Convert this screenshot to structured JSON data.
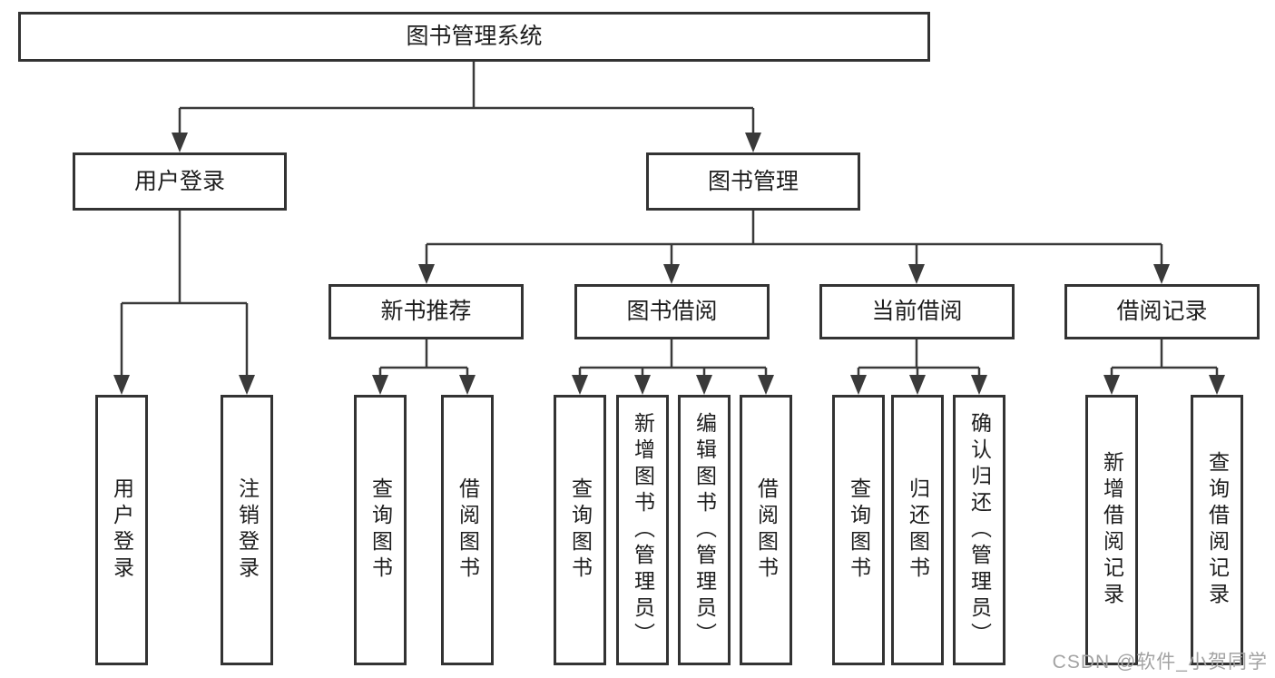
{
  "tree": {
    "root": {
      "label": "图书管理系统",
      "children": [
        {
          "label": "用户登录",
          "children": [
            {
              "label": "用户登录"
            },
            {
              "label": "注销登录"
            }
          ]
        },
        {
          "label": "图书管理",
          "children": [
            {
              "label": "新书推荐",
              "children": [
                {
                  "label": "查询图书"
                },
                {
                  "label": "借阅图书"
                }
              ]
            },
            {
              "label": "图书借阅",
              "children": [
                {
                  "label": "查询图书"
                },
                {
                  "label": "新增图书（管理员）"
                },
                {
                  "label": "编辑图书（管理员）"
                },
                {
                  "label": "借阅图书"
                }
              ]
            },
            {
              "label": "当前借阅",
              "children": [
                {
                  "label": "查询图书"
                },
                {
                  "label": "归还图书"
                },
                {
                  "label": "确认归还（管理员）"
                }
              ]
            },
            {
              "label": "借阅记录",
              "children": [
                {
                  "label": "新增借阅记录"
                },
                {
                  "label": "查询借阅记录"
                }
              ]
            }
          ]
        }
      ]
    }
  },
  "watermark": {
    "text": "CSDN @软件_小贺同学"
  },
  "colors": {
    "line": "#3a3a3a",
    "box_border": "#333333",
    "text": "#1d1d1d",
    "watermark": "#a3a3a3",
    "background": "#ffffff"
  }
}
